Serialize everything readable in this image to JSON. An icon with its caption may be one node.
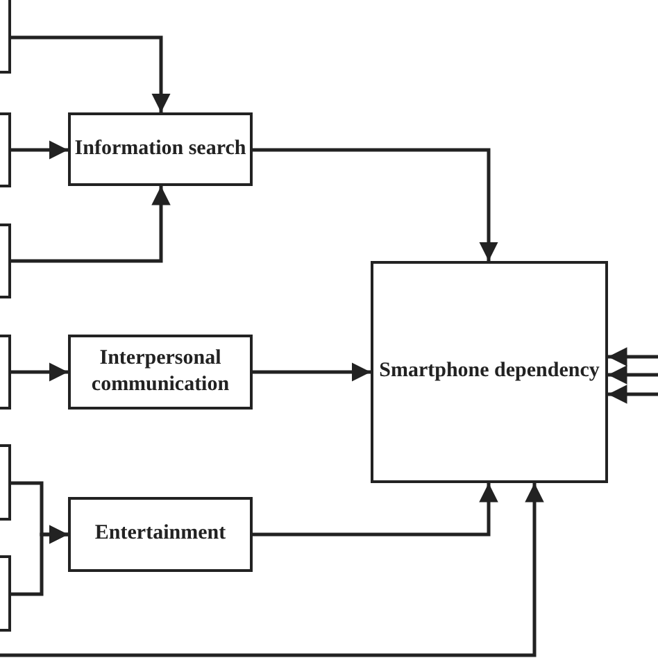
{
  "diagram": {
    "nodes": [
      {
        "text": [],
        "shape": "box"
      },
      {
        "text": [],
        "shape": "box"
      },
      {
        "text": [],
        "shape": "box"
      },
      {
        "text": [],
        "shape": "box"
      },
      {
        "text": [],
        "shape": "box"
      },
      {
        "text": [],
        "shape": "box"
      },
      {
        "text": [
          "Information search"
        ]
      },
      {
        "text": [
          "Interpersonal communication"
        ]
      },
      {
        "text": [
          "Entertainment"
        ]
      },
      {
        "text": [
          "Smartphone dependency"
        ]
      }
    ],
    "edges": [
      {
        "from": 0,
        "to": 6,
        "arrow": "to"
      },
      {
        "from": 1,
        "to": 6,
        "arrow": "to"
      },
      {
        "from": 2,
        "to": 6,
        "arrow": "to"
      },
      {
        "from": 3,
        "to": 7,
        "arrow": "to"
      },
      {
        "from": 4,
        "to": 8,
        "arrow": "to"
      },
      {
        "from": 5,
        "to": 8,
        "arrow": "to"
      },
      {
        "from": 6,
        "to": 9,
        "arrow": "to"
      },
      {
        "from": 7,
        "to": 9,
        "arrow": "to"
      },
      {
        "from": 8,
        "to": 9,
        "arrow": "to"
      },
      {
        "from": null,
        "to": 9,
        "arrow": "to"
      },
      {
        "from": null,
        "to": 9,
        "arrow": "to"
      },
      {
        "from": null,
        "to": 9,
        "arrow": "to"
      },
      {
        "from": null,
        "to": 9,
        "arrow": "to"
      }
    ]
  }
}
